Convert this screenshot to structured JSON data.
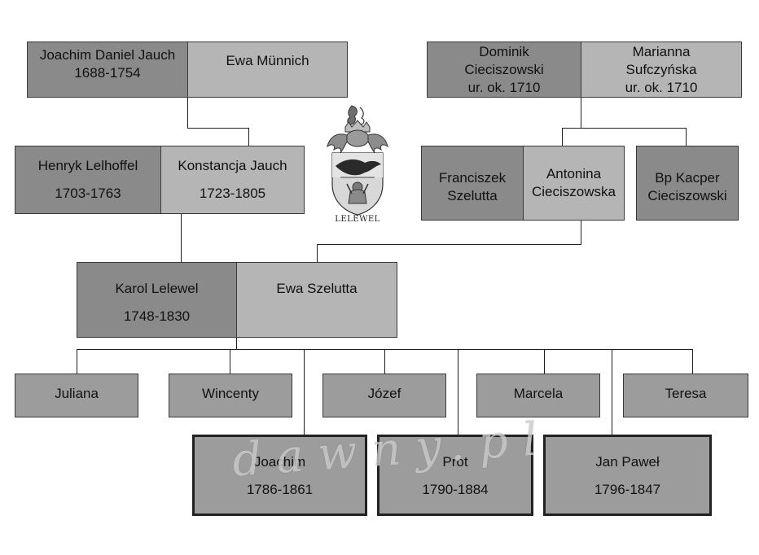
{
  "gen1": {
    "joachim_daniel": {
      "name": "Joachim Daniel Jauch",
      "years": "1688-1754"
    },
    "ewa_munnich": {
      "name": "Ewa Münnich"
    },
    "dominik": {
      "line1": "Dominik",
      "line2": "Cieciszowski",
      "line3": "ur. ok. 1710"
    },
    "marianna": {
      "line1": "Marianna",
      "line2": "Sufczyńska",
      "line3": "ur. ok. 1710"
    }
  },
  "gen2": {
    "henryk": {
      "name": "Henryk Lelhoffel",
      "years": "1703-1763"
    },
    "konstancja": {
      "name": "Konstancja Jauch",
      "years": "1723-1805"
    },
    "franciszek": {
      "line1": "Franciszek",
      "line2": "Szelutta"
    },
    "antonina": {
      "line1": "Antonina",
      "line2": "Cieciszowska"
    },
    "kacper": {
      "line1": "Bp Kacper",
      "line2": "Cieciszowski"
    }
  },
  "gen3": {
    "karol": {
      "name": "Karol Lelewel",
      "years": "1748-1830"
    },
    "ewa_szelutta": {
      "name": "Ewa Szelutta"
    }
  },
  "children": {
    "juliana": "Juliana",
    "wincenty": "Wincenty",
    "jozef": "Józef",
    "marcela": "Marcela",
    "teresa": "Teresa",
    "joachim": {
      "name": "Joachim",
      "years": "1786-1861"
    },
    "prot": {
      "name": "Prot",
      "years": "1790-1884"
    },
    "jan_pawel": {
      "name": "Jan Paweł",
      "years": "1796-1847"
    }
  },
  "coat_of_arms": {
    "caption": "LELEWEL",
    "icon": "coat-of-arms-icon"
  },
  "watermark": "dawny.pl",
  "colors": {
    "dark_box": "#8a8a8a",
    "light_box": "#b5b5b5",
    "mid_box": "#9c9c9c",
    "lines": "#1e1e1e"
  }
}
